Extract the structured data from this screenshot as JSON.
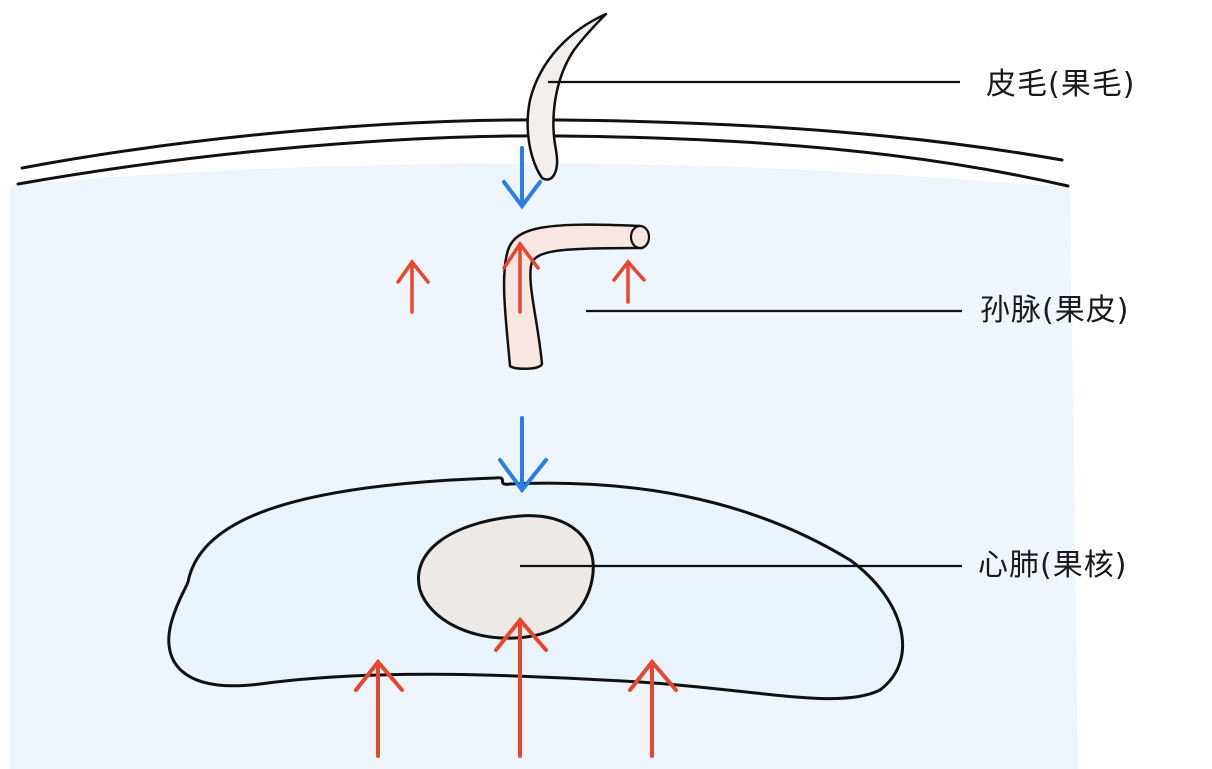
{
  "labels": {
    "hair": "皮毛(果毛)",
    "vein": "孙脉(果皮)",
    "heart": "心肺(果核)"
  },
  "colors": {
    "body_fill": "#eef5fc",
    "cell_fill": "#e8f3fc",
    "nucleus_fill": "#ece9e7",
    "vein_fill": "#f8e6e3",
    "hair_fill": "#f3efec",
    "outline": "#111111",
    "arrow_down": "#2a7ee8",
    "arrow_up": "#e8472e"
  }
}
